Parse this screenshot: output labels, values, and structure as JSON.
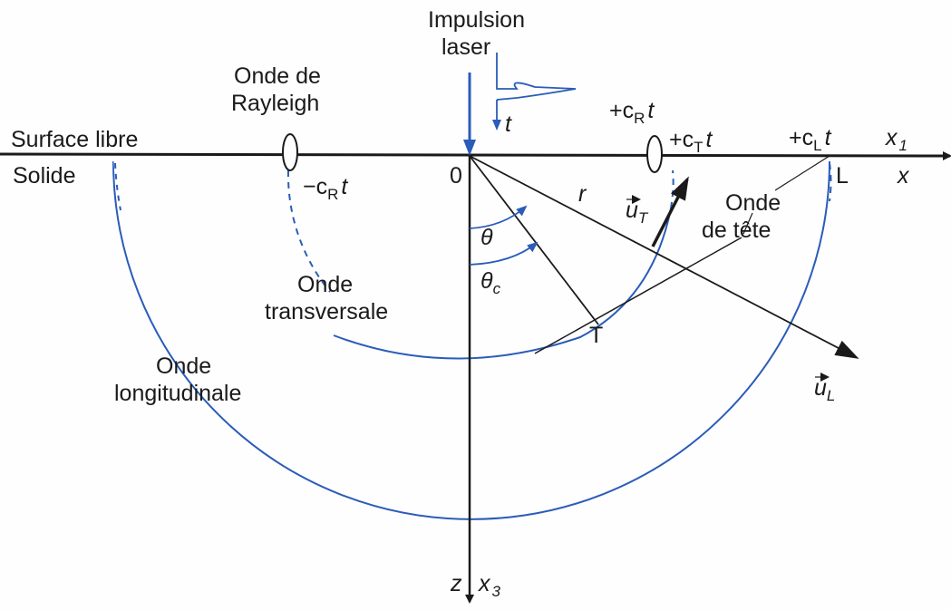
{
  "colors": {
    "wave": "#2a5cb8",
    "ink": "#1a1a1a",
    "background": "#fefefe"
  },
  "labels": {
    "impulsion_line1": "Impulsion",
    "impulsion_line2": "laser",
    "time_t": "t",
    "rayleigh_line1": "Onde de",
    "rayleigh_line2": "Rayleigh",
    "surface_libre": "Surface libre",
    "solide": "Solide",
    "origin": "0",
    "x1_main": "x",
    "x1_sub": "1",
    "x": "x",
    "neg_cr_t": {
      "pre": "−c",
      "sub": "R",
      "post": "t"
    },
    "pos_cr_t": {
      "pre": "+c",
      "sub": "R",
      "post": "t"
    },
    "pos_ct_t": {
      "pre": "+c",
      "sub": "T",
      "post": "t"
    },
    "pos_cl_t": {
      "pre": "+c",
      "sub": "L",
      "post": "t"
    },
    "point_L": "L",
    "point_T": "T",
    "r": "r",
    "theta": "θ",
    "theta_c": {
      "main": "θ",
      "sub": "c"
    },
    "u_T": {
      "main": "u",
      "sub": "T"
    },
    "u_L": {
      "main": "u",
      "sub": "L"
    },
    "onde_tete_line1": "Onde",
    "onde_tete_line2": "de tête",
    "transversale_line1": "Onde",
    "transversale_line2": "transversale",
    "longitudinale_line1": "Onde",
    "longitudinale_line2": "longitudinale",
    "z": "z",
    "x3_main": "x",
    "x3_sub": "3"
  }
}
